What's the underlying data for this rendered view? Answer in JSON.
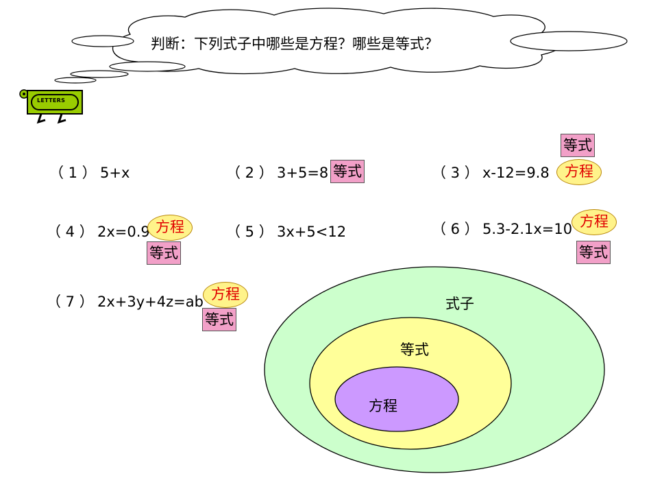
{
  "header": {
    "title": "判断：下列式子中哪些是方程？哪些是等式？"
  },
  "logo": {
    "text": "LETTERS"
  },
  "items": [
    {
      "num": "（ 1 ）",
      "expr": "5+x"
    },
    {
      "num": "（ 2 ）",
      "expr": "3+5=8"
    },
    {
      "num": "（ 3 ）",
      "expr": "x-12=9.8"
    },
    {
      "num": "（ 4 ）",
      "expr": "2x=0.9"
    },
    {
      "num": "（ 5 ）",
      "expr": "3x+5<12"
    },
    {
      "num": "（ 6 ）",
      "expr": "5.3-2.1x=10"
    },
    {
      "num": "（ 7 ）",
      "expr": "2x+3y+4z=ab"
    }
  ],
  "tags": {
    "equation": "方程",
    "equality": "等式"
  },
  "venn": {
    "outer": "式子",
    "middle": "等式",
    "inner": "方程"
  },
  "colors": {
    "outer_fill": "#ccffcc",
    "middle_fill": "#ffff99",
    "inner_fill": "#cc99ff",
    "rect_tag": "#f2a0c8",
    "oval_tag": "#fff38a",
    "oval_text": "#e00000"
  }
}
